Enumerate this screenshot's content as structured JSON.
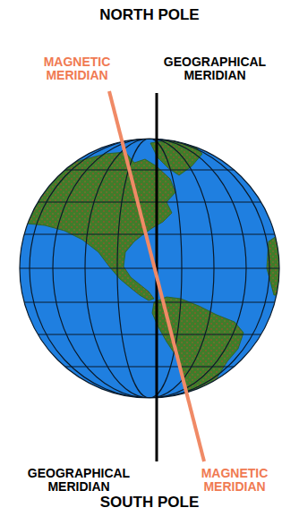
{
  "diagram": {
    "labels": [
      "NORTH POLE",
      "MAGNETIC MERIDIAN",
      "GEOGRAPHICAL MERIDIAN",
      "GEOGRAPHICAL MERIDIAN",
      "MAGNETIC MERIDIAN",
      "SOUTH POLE"
    ]
  }
}
